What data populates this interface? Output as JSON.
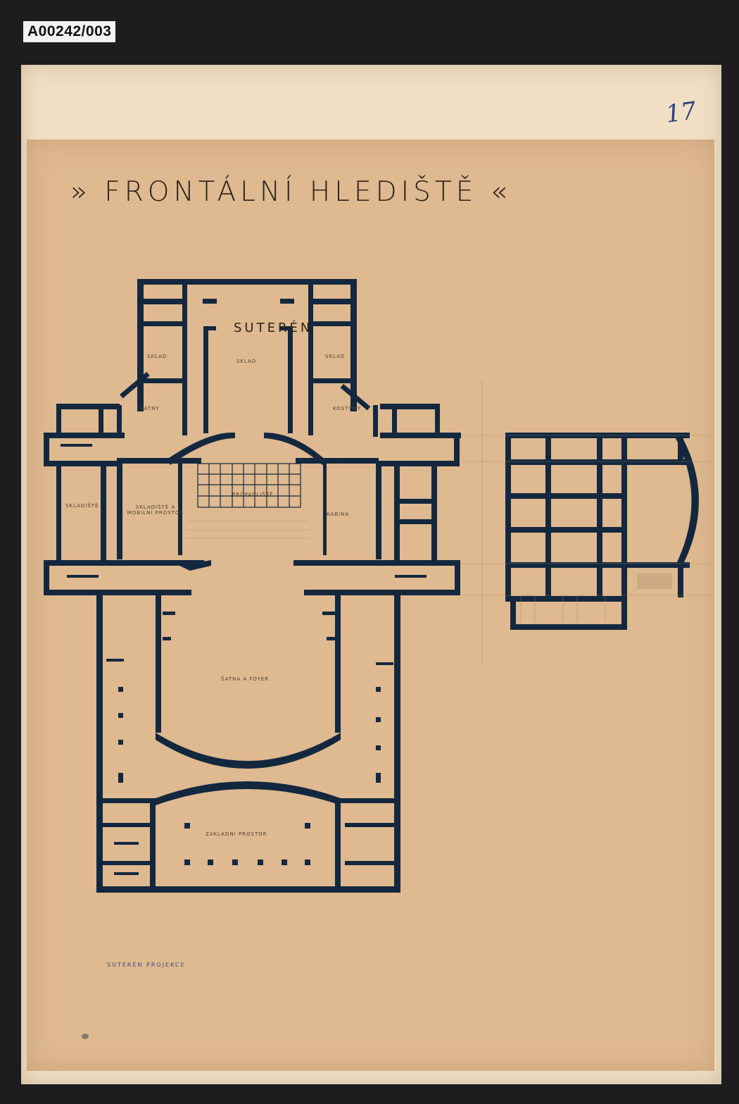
{
  "catalog_id": "A00242/003",
  "page_number": "17",
  "title": "» FRONTÁLNÍ HLEDIŠTĚ «",
  "plan_label": "SUTERÉN",
  "rooms": {
    "sklad_left": "SKLAD",
    "sklad_center": "SKLAD",
    "sklad_right": "SKLAD",
    "satna": "ŠATNY",
    "kostymy": "KOSTÝMY",
    "skladiste": "SKLADIŠTĚ",
    "skladiste_mobiliar": "SKLADIŠTĚ A MOBILNÍ PROSTOR",
    "propadliste": "PROPADLIŠTĚ",
    "kabina": "KABINA",
    "satna_foyer": "ŠATNA A FOYER",
    "zakladni_prostor": "ZÁKLADNÍ PROSTOR"
  },
  "subcaption": "SUTERÉN PROJEKCE",
  "colors": {
    "ink": "#13283f",
    "paper": "#dfb990",
    "paper_light": "#f0dfc5"
  }
}
